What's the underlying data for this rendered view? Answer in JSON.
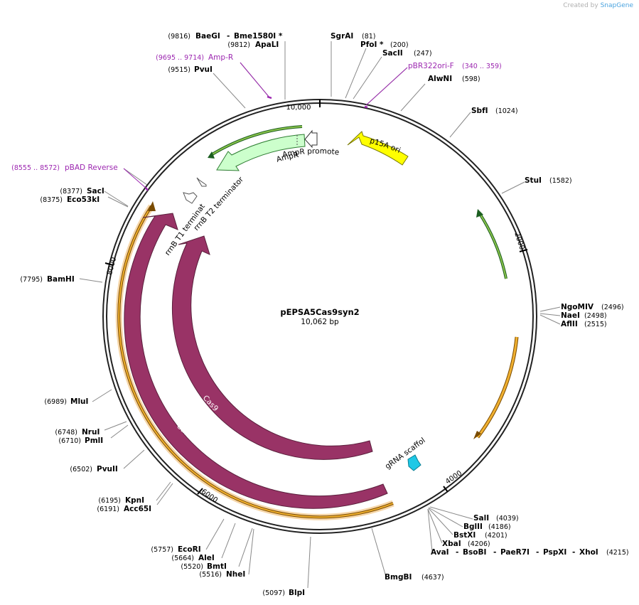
{
  "credit": {
    "prefix": "Created by",
    "brand": "SnapGene"
  },
  "plasmid": {
    "name": "pEPSA5Cas9syn2",
    "length_label": "10,062 bp"
  },
  "ruler_ticks": [
    "10,000",
    "2000",
    "4000",
    "6000",
    "8000"
  ],
  "restriction_sites": [
    {
      "name": "BaeGI",
      "pos": "(9816)"
    },
    {
      "name": "Bme1580I *",
      "pos": ""
    },
    {
      "name": "ApaLI",
      "pos": "(9812)"
    },
    {
      "name": "PvuI",
      "pos": "(9515)"
    },
    {
      "name": "SgrAI",
      "pos": "(81)"
    },
    {
      "name": "PfoI *",
      "pos": "(200)"
    },
    {
      "name": "SacII",
      "pos": "(247)"
    },
    {
      "name": "AlwNI",
      "pos": "(598)"
    },
    {
      "name": "SbfI",
      "pos": "(1024)"
    },
    {
      "name": "StuI",
      "pos": "(1582)"
    },
    {
      "name": "NgoMIV",
      "pos": "(2496)"
    },
    {
      "name": "NaeI",
      "pos": "(2498)"
    },
    {
      "name": "AflII",
      "pos": "(2515)"
    },
    {
      "name": "SalI",
      "pos": "(4039)"
    },
    {
      "name": "BglII",
      "pos": "(4186)"
    },
    {
      "name": "BstXI",
      "pos": "(4201)"
    },
    {
      "name": "XbaI",
      "pos": "(4206)"
    },
    {
      "name": "AvaI",
      "pos": ""
    },
    {
      "name": "BsoBI",
      "pos": ""
    },
    {
      "name": "PaeR7I",
      "pos": ""
    },
    {
      "name": "PspXI",
      "pos": ""
    },
    {
      "name": "XhoI",
      "pos": "(4215)"
    },
    {
      "name": "BmgBI",
      "pos": "(4637)"
    },
    {
      "name": "BlpI",
      "pos": "(5097)"
    },
    {
      "name": "NheI",
      "pos": "(5516)"
    },
    {
      "name": "BmtI",
      "pos": "(5520)"
    },
    {
      "name": "AleI",
      "pos": "(5664)"
    },
    {
      "name": "EcoRI",
      "pos": "(5757)"
    },
    {
      "name": "KpnI",
      "pos": "(6195)"
    },
    {
      "name": "Acc65I",
      "pos": "(6191)"
    },
    {
      "name": "PvuII",
      "pos": "(6502)"
    },
    {
      "name": "PmlI",
      "pos": "(6710)"
    },
    {
      "name": "NruI",
      "pos": "(6748)"
    },
    {
      "name": "MluI",
      "pos": "(6989)"
    },
    {
      "name": "BamHI",
      "pos": "(7795)"
    },
    {
      "name": "SacI",
      "pos": "(8377)"
    },
    {
      "name": "Eco53kI",
      "pos": "(8375)"
    }
  ],
  "primers": [
    {
      "name": "Amp-R",
      "pos": "(9695 .. 9714)"
    },
    {
      "name": "pBR322ori-F",
      "pos": "(340 .. 359)"
    },
    {
      "name": "pBAD Reverse",
      "pos": "(8555 .. 8572)"
    }
  ],
  "features": [
    {
      "name": "p15A ori",
      "color": "#ffff00"
    },
    {
      "name": "AmpR promoter",
      "color": "#ffffff"
    },
    {
      "name": "AmpR",
      "color": "#ccffcc"
    },
    {
      "name": "rrnB T2 terminator",
      "color": "#ffffff"
    },
    {
      "name": "rrnB T1 terminator",
      "color": "#ffffff"
    },
    {
      "name": "Cas9",
      "color": "#993366"
    },
    {
      "name": "Cas9",
      "color": "#993366"
    },
    {
      "name": "gRNA scaffold",
      "color": "#1ec8e6"
    }
  ],
  "colors": {
    "backbone": "#222222",
    "primer": "#9c27b0",
    "orange_track": "#f0b030",
    "green_track": "#4caf2a",
    "cas9": "#993366",
    "p15a": "#ffff00",
    "ampr": "#ccffcc",
    "grna": "#1ec8e6"
  }
}
